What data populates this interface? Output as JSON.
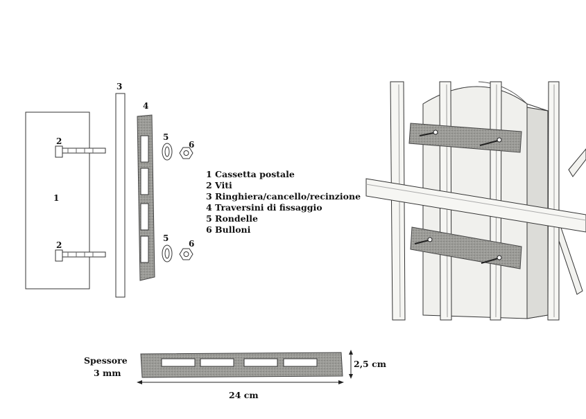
{
  "callouts": {
    "n1": "1",
    "n2a": "2",
    "n2b": "2",
    "n3": "3",
    "n4": "4",
    "n5a": "5",
    "n5b": "5",
    "n6a": "6",
    "n6b": "6"
  },
  "legend": [
    "1 Cassetta postale",
    "2 Viti",
    "3 Ringhiera/cancello/recinzione",
    "4 Traversini di fissaggio",
    "5 Rondelle",
    "6 Bulloni"
  ],
  "dimensions": {
    "thickness_label": "Spessore",
    "thickness_value": "3 mm",
    "height": "2,5 cm",
    "length": "24 cm"
  },
  "colors": {
    "line": "#222222",
    "plate": "#9a9a96",
    "plate_dark": "#7c7c78",
    "wood": "#ededea",
    "box": "#e6e6e3"
  }
}
